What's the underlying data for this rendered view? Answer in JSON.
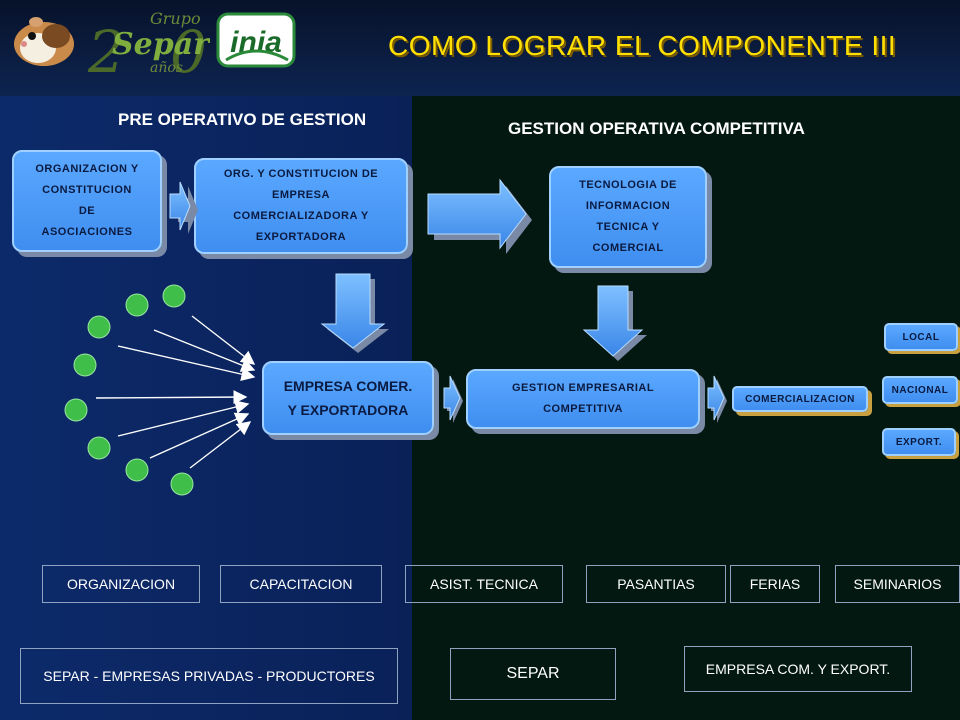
{
  "header": {
    "title": "COMO LOGRAR EL COMPONENTE III",
    "logo_grupo_separ": "Grupo Separ 20 años",
    "logo_inia": "inia"
  },
  "sections": {
    "left": "PRE OPERATIVO DE GESTION",
    "right": "GESTION OPERATIVA COMPETITIVA"
  },
  "boxes": {
    "organizacion": [
      "ORGANIZACION Y",
      "CONSTITUCION",
      "DE",
      "ASOCIACIONES"
    ],
    "org_empresa": [
      "ORG. Y CONSTITUCION DE",
      "EMPRESA",
      "COMERCIALIZADORA Y",
      "EXPORTADORA"
    ],
    "tecnologia": [
      "TECNOLOGIA DE",
      "INFORMACION",
      "TECNICA Y",
      "COMERCIAL"
    ],
    "empresa_comer": [
      "EMPRESA COMER.",
      "Y EXPORTADORA"
    ],
    "gestion": [
      "GESTION EMPRESARIAL",
      "COMPETITIVA"
    ],
    "comercializacion": "COMERCIALIZACION",
    "local": "LOCAL",
    "nacional": "NACIONAL",
    "export": "EXPORT."
  },
  "bottom_tags": [
    "ORGANIZACION",
    "CAPACITACION",
    "ASIST. TECNICA",
    "PASANTIAS",
    "FERIAS",
    "SEMINARIOS"
  ],
  "footer": {
    "left": "SEPAR - EMPRESAS PRIVADAS - PRODUCTORES",
    "center": "SEPAR",
    "right": "EMPRESA COM. Y EXPORT."
  },
  "colors": {
    "title": "#ffe000",
    "box_fill": "#4a9cff",
    "node_green": "#3fbf4a",
    "left_panel": "#0c2a6a",
    "right_panel": "#041812"
  }
}
